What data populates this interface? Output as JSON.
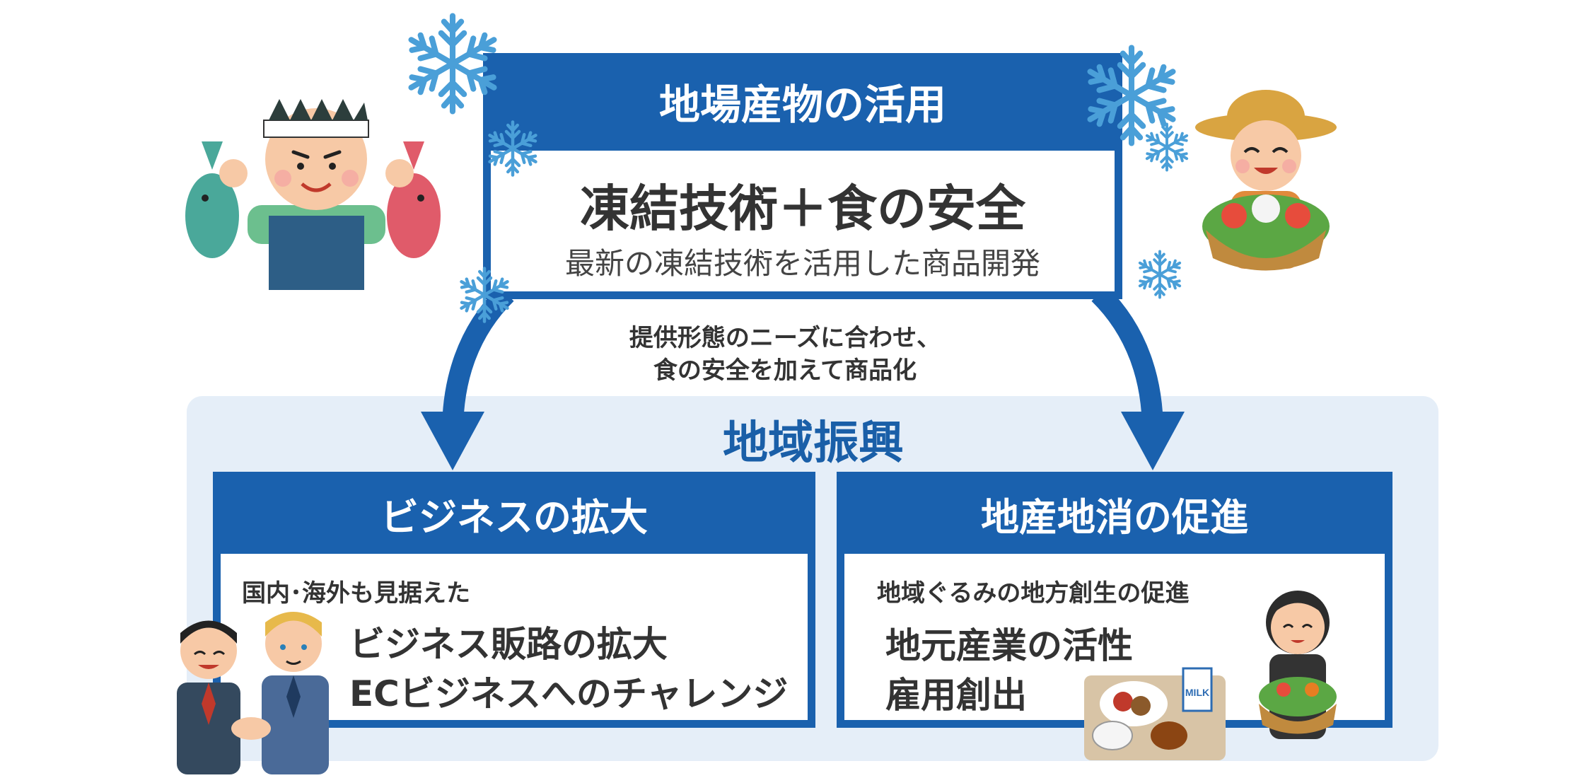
{
  "top_box": {
    "title": "地場産物の活用",
    "headline": "凍結技術＋食の安全",
    "subline": "最新の凍結技術を活用した商品開発"
  },
  "arrow_caption": {
    "line1": "提供形態のニーズに合わせ、",
    "line2": "食の安全を加えて商品化"
  },
  "section_title": "地域振興",
  "left_box": {
    "title": "ビジネスの拡大",
    "intro": "国内･海外も見据えた",
    "item1": "ビジネス販路の拡大",
    "item2": "ECビジネスへのチャレンジ"
  },
  "right_box": {
    "title": "地産地消の促進",
    "intro": "地域ぐるみの地方創生の促進",
    "item1": "地元産業の活性",
    "item2": "雇用創出"
  },
  "illustrations": {
    "milk_label": "MILK"
  },
  "colors": {
    "brand_blue": "#1a61ae",
    "panel_bg": "#e5eef8",
    "heading_blue": "#1a5fa8",
    "text_dark": "#333333",
    "snowflake": "#4a9fd8"
  }
}
